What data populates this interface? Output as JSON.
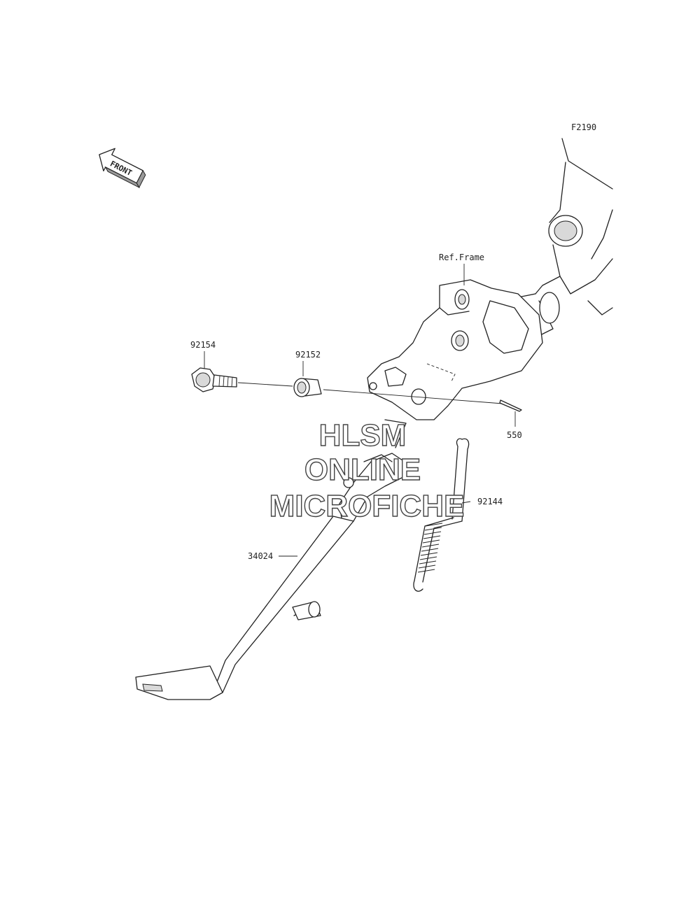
{
  "figure_code": "F2190",
  "front_arrow": {
    "label": "FRONT",
    "icon": "front-arrow-icon"
  },
  "callouts": {
    "ref_frame": "Ref.Frame",
    "bolt": "92154",
    "collar": "92152",
    "cotter_pin": "550",
    "spring": "92144",
    "side_stand": "34024"
  },
  "watermark": {
    "line1": "HLSM",
    "line2": "ONLINE",
    "line3": "MICROFICHE"
  }
}
